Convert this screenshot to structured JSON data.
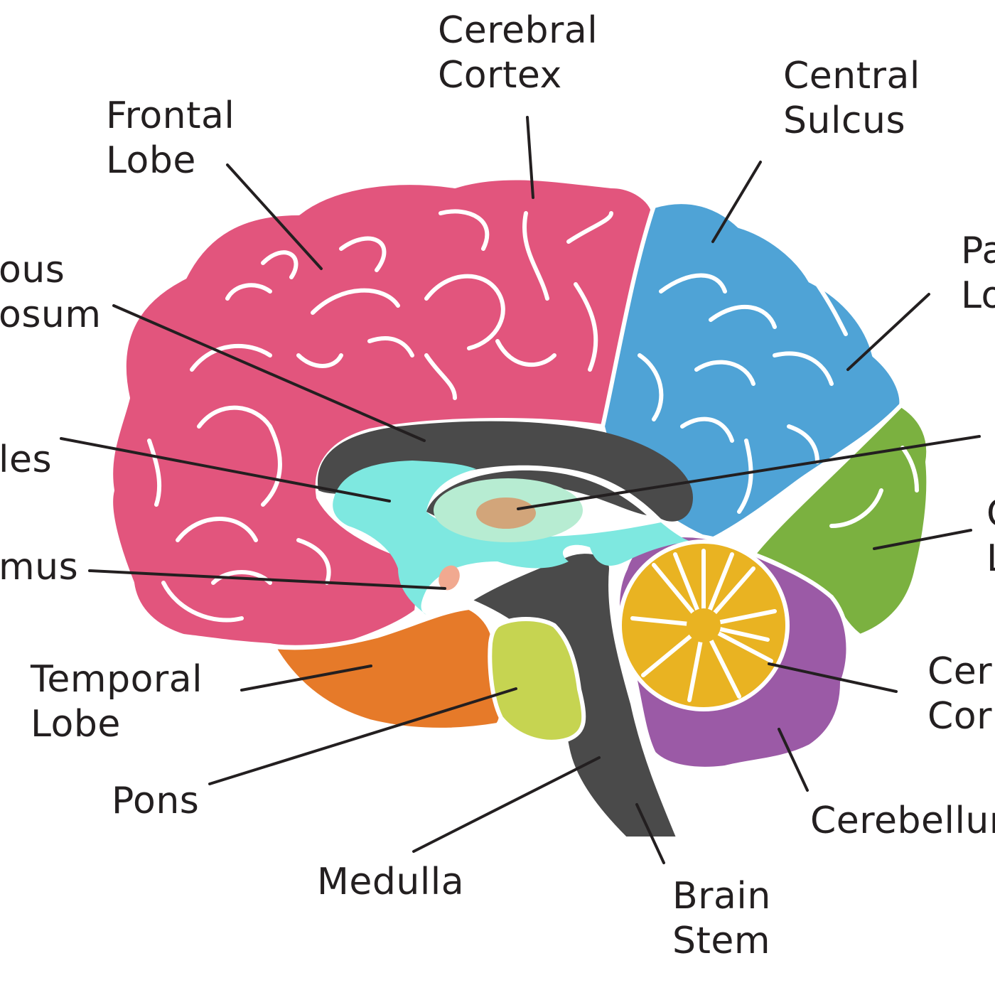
{
  "labels": {
    "cerebral_cortex": [
      "Cerebral",
      "Cortex"
    ],
    "central_sulcus": [
      "Central",
      "Sulcus"
    ],
    "frontal_lobe": [
      "Frontal",
      "Lobe"
    ],
    "corpus_callosum": [
      "ous",
      "osum"
    ],
    "parietal_lobe": [
      "Pa",
      "Lo"
    ],
    "ventricles": [
      "les"
    ],
    "thalamus": [
      "mus"
    ],
    "occipital_lobe": [
      "O",
      "L"
    ],
    "temporal_lobe": [
      "Temporal",
      "Lobe"
    ],
    "cerebellar_cortex": [
      "Cer",
      "Cor"
    ],
    "pons": [
      "Pons"
    ],
    "cerebellum": [
      "Cerebellur"
    ],
    "medulla": [
      "Medulla"
    ],
    "brain_stem": [
      "Brain",
      "Stem"
    ]
  },
  "colors": {
    "frontal_lobe": "#e2557d",
    "parietal_lobe": "#4fa3d6",
    "occipital_lobe": "#7bb140",
    "temporal_lobe": "#e67a29",
    "cerebellum": "#9b5aa6",
    "arbor_vitae": "#e9b322",
    "ventricle": "#7ee8e0",
    "thalamus": "#b7ecd2",
    "thalamus_center": "#d2a57a",
    "hypothalamus": "#f1a990",
    "pons": "#c6d451",
    "brain_stem": "#4a4a4a",
    "leader_line": "#231f20"
  }
}
